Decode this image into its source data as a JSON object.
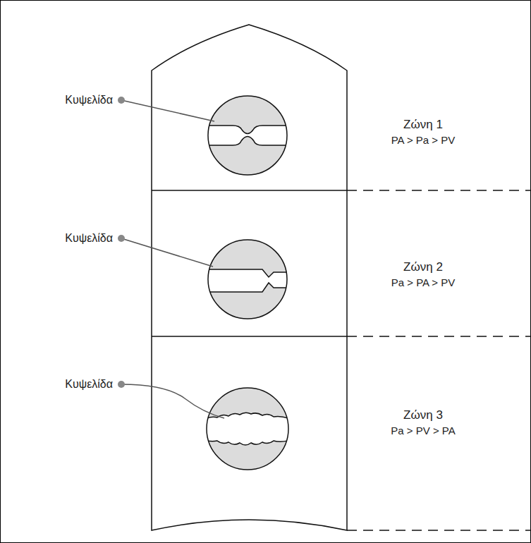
{
  "diagram": {
    "nodes": [
      {
        "text": [
          "Ζώνη 1",
          "PA > Pa > PV"
        ]
      },
      {
        "text": [
          "Ζώνη 2",
          "Pa > PA > PV"
        ]
      },
      {
        "text": [
          "Ζώνη 3",
          "Pa > PV > PA"
        ]
      }
    ],
    "labels": [
      "Κυψελίδα",
      "Κυψελίδα",
      "Κυψελίδα"
    ]
  }
}
